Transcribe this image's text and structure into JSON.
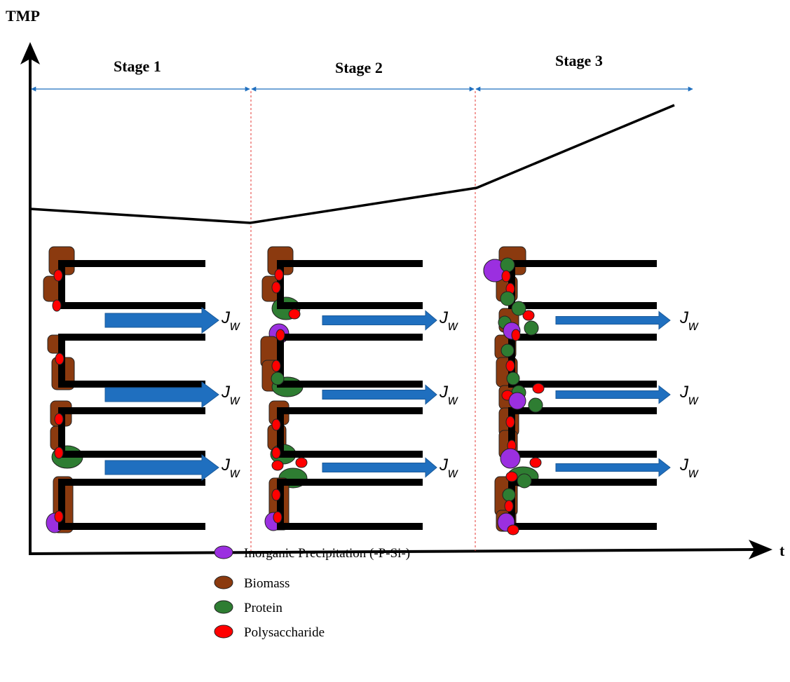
{
  "axes": {
    "y_label": "TMP",
    "x_label": "t"
  },
  "stages": [
    {
      "label": "Stage 1"
    },
    {
      "label": "Stage 2"
    },
    {
      "label": "Stage 3"
    }
  ],
  "flux": {
    "symbol": "J",
    "subscript": "w"
  },
  "legend": [
    {
      "label": "Inorganic Precipitation (-P-Si-)",
      "color": "#9b2fe0"
    },
    {
      "label": "Biomass",
      "color": "#8b3a0f"
    },
    {
      "label": "Protein",
      "color": "#2e7d32"
    },
    {
      "label": "Polysaccharide",
      "color": "#ff0000"
    }
  ],
  "colors": {
    "arrow": "#1f6fbf",
    "stage_divider": "#e53935",
    "membrane": "#000000"
  }
}
